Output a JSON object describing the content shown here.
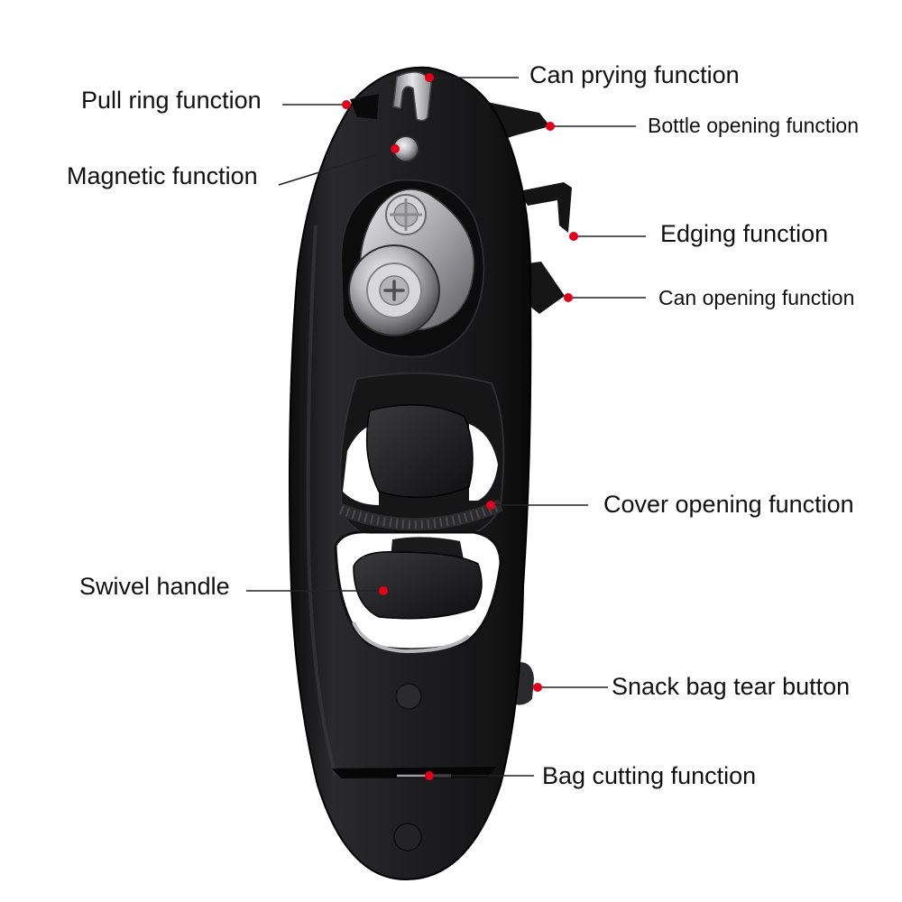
{
  "labels": {
    "pull_ring": "Pull ring function",
    "magnetic": "Magnetic function",
    "can_prying": "Can prying function",
    "bottle_opening": "Bottle opening function",
    "edging": "Edging function",
    "can_opening": "Can opening function",
    "cover_opening": "Cover opening function",
    "swivel_handle": "Swivel handle",
    "snack_bag_tear": "Snack bag tear button",
    "bag_cutting": "Bag cutting function"
  },
  "colors": {
    "marker": "#e3001b",
    "leader_line": "#222222",
    "body": "#1c1c1e",
    "metal": "#c9c9cc"
  }
}
